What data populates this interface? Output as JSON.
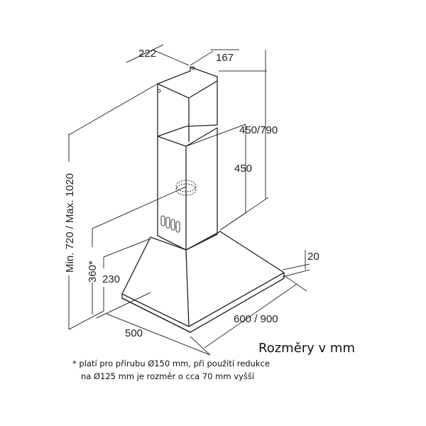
{
  "dimensions": {
    "chimney_width": "222",
    "chimney_depth": "167",
    "upper_chimney": "450/790",
    "lower_chimney": "450",
    "total_height": "Min. 720 / Max. 1020",
    "height_flange": "360*",
    "canopy_height": "230",
    "depth": "500",
    "width": "600 / 900",
    "edge_thickness": "20"
  },
  "title": "Rozměry v mm",
  "notes": [
    "* platí pro přírubu Ø150 mm, při použití redukce",
    "na Ø125 mm je rozměr o cca 70 mm vyšší"
  ]
}
